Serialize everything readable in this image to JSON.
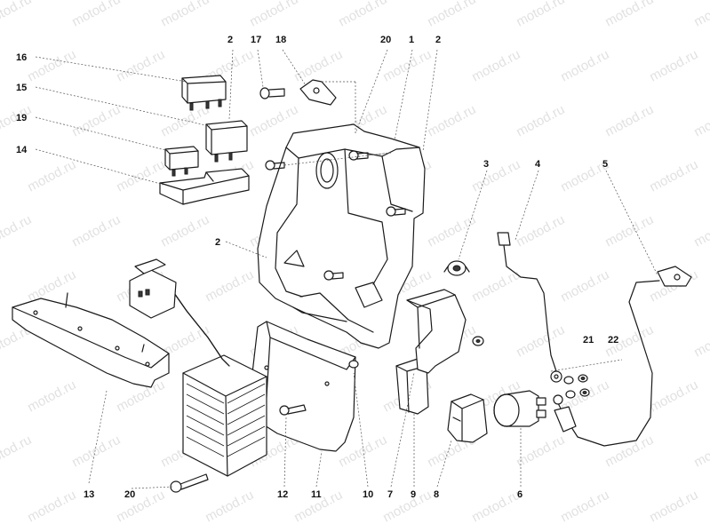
{
  "watermark": "motod.ru",
  "labels": {
    "l16": "16",
    "l15": "15",
    "l19": "19",
    "l14": "14",
    "l2a": "2",
    "l17": "17",
    "l18": "18",
    "l20a": "20",
    "l1": "1",
    "l2b": "2",
    "l3": "3",
    "l4": "4",
    "l5": "5",
    "l2c": "2",
    "l21": "21",
    "l22": "22",
    "l13": "13",
    "l20b": "20",
    "l12": "12",
    "l11": "11",
    "l10": "10",
    "l7": "7",
    "l9": "9",
    "l8": "8",
    "l6": "6"
  }
}
